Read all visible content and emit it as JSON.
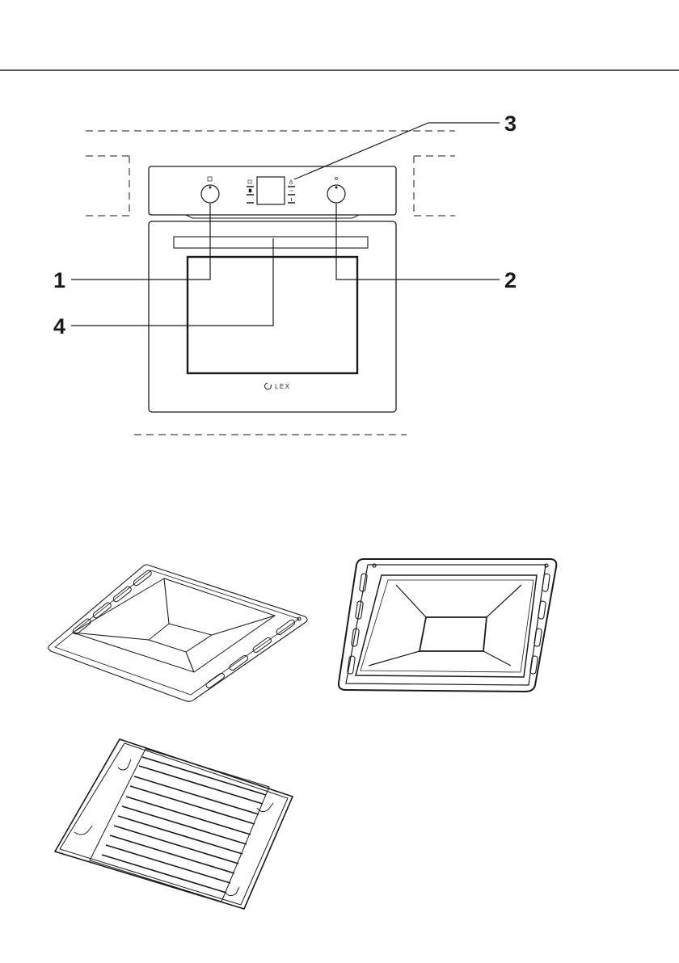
{
  "callouts": {
    "c1": "1",
    "c2": "2",
    "c3": "3",
    "c4": "4"
  },
  "oven": {
    "brand": "LEX"
  },
  "colors": {
    "line": "#1a1a1a",
    "background": "#ffffff"
  },
  "accessories": [
    "baking-tray-shallow",
    "baking-tray-deep",
    "wire-grill-rack"
  ]
}
